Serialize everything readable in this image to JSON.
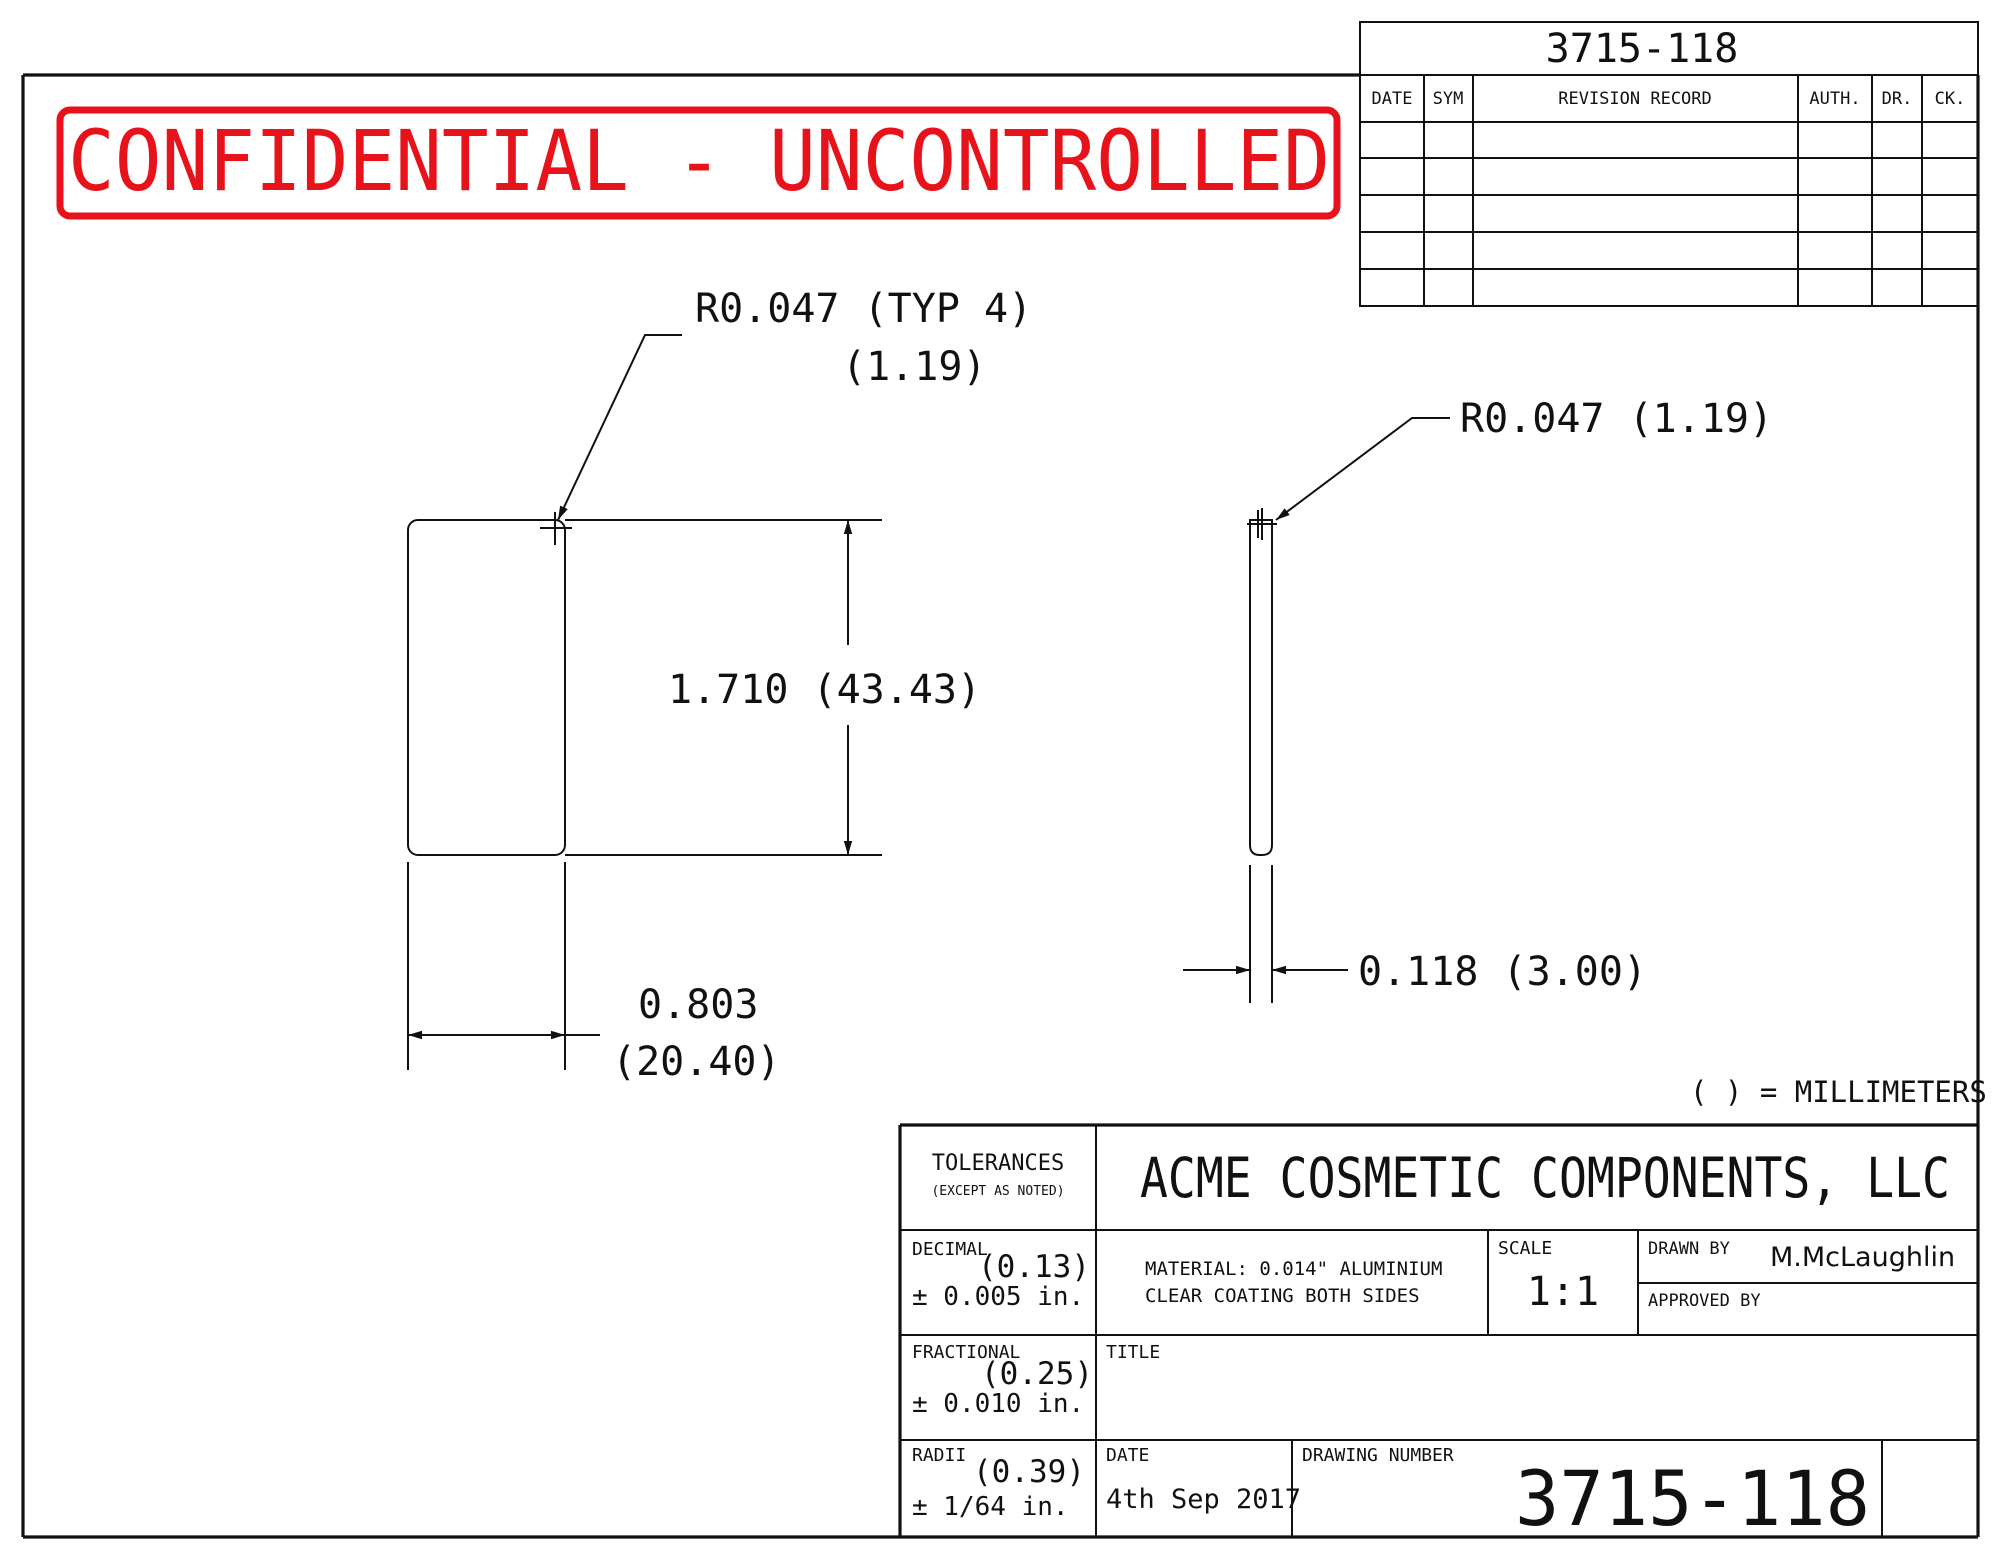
{
  "top_drawing_number": "3715-118",
  "stamp": {
    "text": "CONFIDENTIAL - UNCONTROLLED",
    "color": "#e8121a"
  },
  "revision_table": {
    "headers": [
      "DATE",
      "SYM",
      "REVISION RECORD",
      "AUTH.",
      "DR.",
      "CK."
    ],
    "row_count": 5
  },
  "front_view": {
    "radius_note": "R0.047 (TYP 4)",
    "radius_mm": "(1.19)",
    "height_dim": "1.710 (43.43)",
    "width_dim": "0.803",
    "width_mm": "(20.40)"
  },
  "side_view": {
    "radius_note": "R0.047 (1.19)",
    "thickness_dim": "0.118 (3.00)"
  },
  "units_note": "( ) = MILLIMETERS",
  "title_block": {
    "tolerances_label": "TOLERANCES",
    "tolerances_sub": "(EXCEPT AS NOTED)",
    "company": "ACME COSMETIC COMPONENTS, LLC",
    "decimal_label": "DECIMAL",
    "decimal_mm": "(0.13)",
    "decimal_tol": "± 0.005 in.",
    "material_line1": "MATERIAL: 0.014\" ALUMINIUM",
    "material_line2": "CLEAR COATING BOTH SIDES",
    "scale_label": "SCALE",
    "scale_value": "1:1",
    "drawn_by_label": "DRAWN BY",
    "drawn_by_value": "M.McLaughlin",
    "approved_by_label": "APPROVED BY",
    "fractional_label": "FRACTIONAL",
    "fractional_mm": "(0.25)",
    "fractional_tol": "± 0.010 in.",
    "title_label": "TITLE",
    "radii_label": "RADII",
    "radii_mm": "(0.39)",
    "radii_tol": "± 1/64 in.",
    "date_label": "DATE",
    "date_value": "4th Sep 2017",
    "drawing_number_label": "DRAWING NUMBER",
    "drawing_number": "3715-118"
  }
}
